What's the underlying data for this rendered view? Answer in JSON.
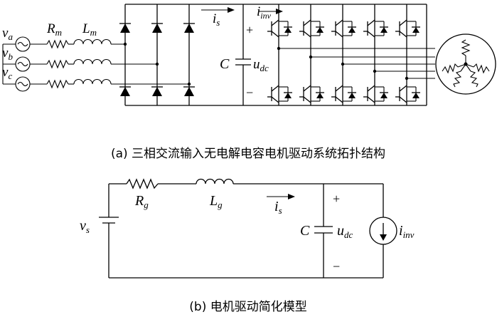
{
  "figure_a": {
    "caption": "(a) 三相交流输入无电解电容电机驱动系统拓扑结构",
    "labels": {
      "va": "a",
      "vb": "b",
      "vc": "c",
      "v_symbol": "v",
      "Rm": "R",
      "Rm_sub": "m",
      "Lm": "L",
      "Lm_sub": "m",
      "is": "i",
      "is_sub": "s",
      "iinv": "i",
      "iinv_sub": "inv",
      "C": "C",
      "udc": "u",
      "udc_sub": "dc",
      "plus": "+",
      "minus": "−"
    }
  },
  "figure_b": {
    "caption": "(b) 电机驱动简化模型",
    "labels": {
      "vs": "v",
      "vs_sub": "s",
      "Rg": "R",
      "Rg_sub": "g",
      "Lg": "L",
      "Lg_sub": "g",
      "is": "i",
      "is_sub": "s",
      "C": "C",
      "udc": "u",
      "udc_sub": "dc",
      "iinv": "i",
      "iinv_sub": "inv",
      "plus": "+",
      "minus": "−"
    }
  }
}
